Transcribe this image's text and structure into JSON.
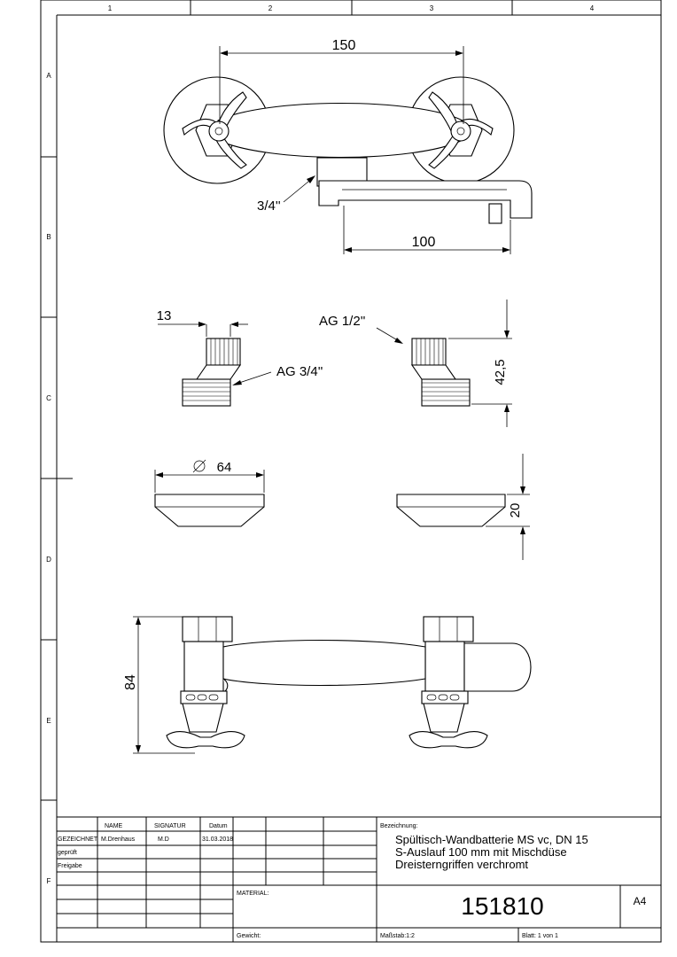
{
  "zone_columns": [
    "1",
    "2",
    "3",
    "4"
  ],
  "zone_rows": [
    "A",
    "B",
    "C",
    "D",
    "E",
    "F"
  ],
  "dimensions": {
    "top_width": "150",
    "outlet_size": "3/4''",
    "spout_length": "100",
    "eccentric_offset": "13",
    "inlet_thread_note": "AG 1/2''",
    "outlet_thread_note": "AG 3/4''",
    "eccentric_height": "42,5",
    "rosette_diameter": "64",
    "rosette_height": "20",
    "overall_depth": "84"
  },
  "title_block": {
    "headers": {
      "name": "NAME",
      "signature": "SIGNATUR",
      "date": "Datum"
    },
    "rows": [
      {
        "role": "GEZEICHNET",
        "name": "M.Drenhaus",
        "signature": "M.D",
        "date": "31.03.2018"
      },
      {
        "role": "geprüft",
        "name": "",
        "signature": "",
        "date": ""
      },
      {
        "role": "Freigabe",
        "name": "",
        "signature": "",
        "date": ""
      }
    ],
    "designation_label": "Bezeichnung:",
    "designation_lines": [
      "Spültisch-Wandbatterie MS vc, DN 15",
      "S-Auslauf 100 mm mit Mischdüse",
      "Dreisterngriffen verchromt"
    ],
    "material_label": "MATERIAL:",
    "drawing_number": "151810",
    "sheet_size": "A4",
    "weight_label": "Gewicht:",
    "scale": "Maßstab:1:2",
    "sheet": "Blatt: 1 von 1"
  }
}
